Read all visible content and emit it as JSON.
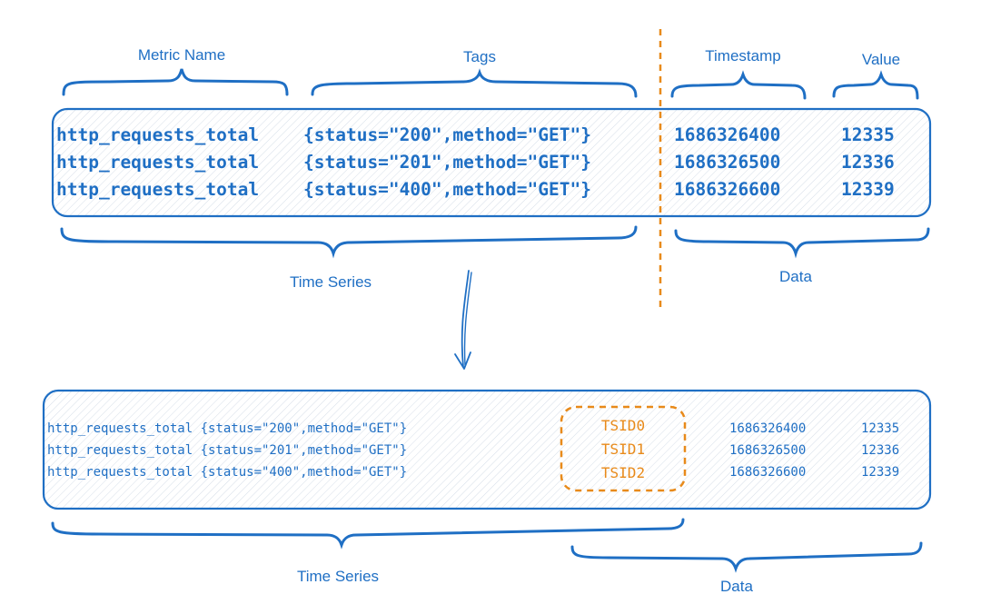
{
  "top": {
    "labels": {
      "metric_name": "Metric Name",
      "tags": "Tags",
      "timestamp": "Timestamp",
      "value": "Value",
      "time_series": "Time Series",
      "data": "Data"
    },
    "rows": [
      {
        "metric": "http_requests_total",
        "tags": "{status=\"200\",method=\"GET\"}",
        "timestamp": "1686326400",
        "value": "12335"
      },
      {
        "metric": "http_requests_total",
        "tags": "{status=\"201\",method=\"GET\"}",
        "timestamp": "1686326500",
        "value": "12336"
      },
      {
        "metric": "http_requests_total",
        "tags": "{status=\"400\",method=\"GET\"}",
        "timestamp": "1686326600",
        "value": "12339"
      }
    ]
  },
  "bottom": {
    "labels": {
      "time_series": "Time Series",
      "data": "Data"
    },
    "rows": [
      {
        "series": "http_requests_total {status=\"200\",method=\"GET\"}",
        "tsid": "TSID0",
        "timestamp": "1686326400",
        "value": "12335"
      },
      {
        "series": "http_requests_total {status=\"201\",method=\"GET\"}",
        "tsid": "TSID1",
        "timestamp": "1686326500",
        "value": "12336"
      },
      {
        "series": "http_requests_total {status=\"400\",method=\"GET\"}",
        "tsid": "TSID2",
        "timestamp": "1686326600",
        "value": "12339"
      }
    ]
  },
  "colors": {
    "ink": "#1f6fc4",
    "accent": "#e88a1a"
  }
}
